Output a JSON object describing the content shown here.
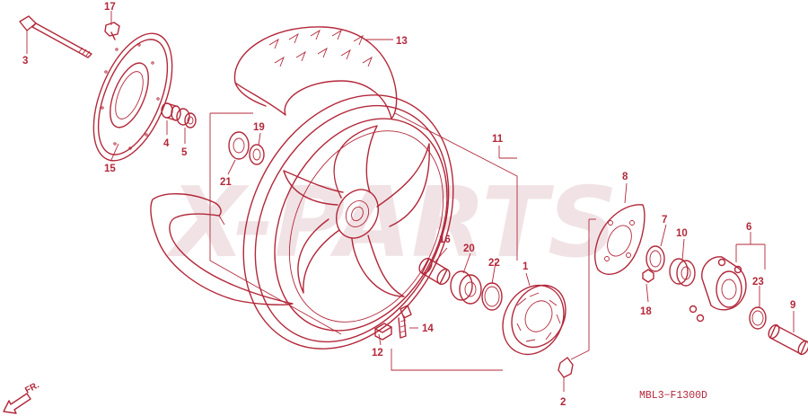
{
  "colors": {
    "ink": "#b3283a",
    "watermark": "#f1e3e5"
  },
  "watermark_text": "X-PARTS",
  "diagram_code": "MBL3−F1300D",
  "front_marker": {
    "label": "FR.",
    "icon": "arrow-down-left-icon"
  },
  "parts": [
    {
      "id": "1",
      "label": "1"
    },
    {
      "id": "2",
      "label": "2"
    },
    {
      "id": "3",
      "label": "3"
    },
    {
      "id": "4",
      "label": "4"
    },
    {
      "id": "5",
      "label": "5"
    },
    {
      "id": "6",
      "label": "6"
    },
    {
      "id": "7",
      "label": "7"
    },
    {
      "id": "8",
      "label": "8"
    },
    {
      "id": "9",
      "label": "9"
    },
    {
      "id": "10",
      "label": "10"
    },
    {
      "id": "11",
      "label": "11"
    },
    {
      "id": "12",
      "label": "12"
    },
    {
      "id": "13",
      "label": "13"
    },
    {
      "id": "14",
      "label": "14"
    },
    {
      "id": "15",
      "label": "15"
    },
    {
      "id": "16",
      "label": "16"
    },
    {
      "id": "17",
      "label": "17"
    },
    {
      "id": "18",
      "label": "18"
    },
    {
      "id": "19",
      "label": "19"
    },
    {
      "id": "20",
      "label": "20"
    },
    {
      "id": "21",
      "label": "21"
    },
    {
      "id": "22",
      "label": "22"
    },
    {
      "id": "23",
      "label": "23"
    }
  ]
}
